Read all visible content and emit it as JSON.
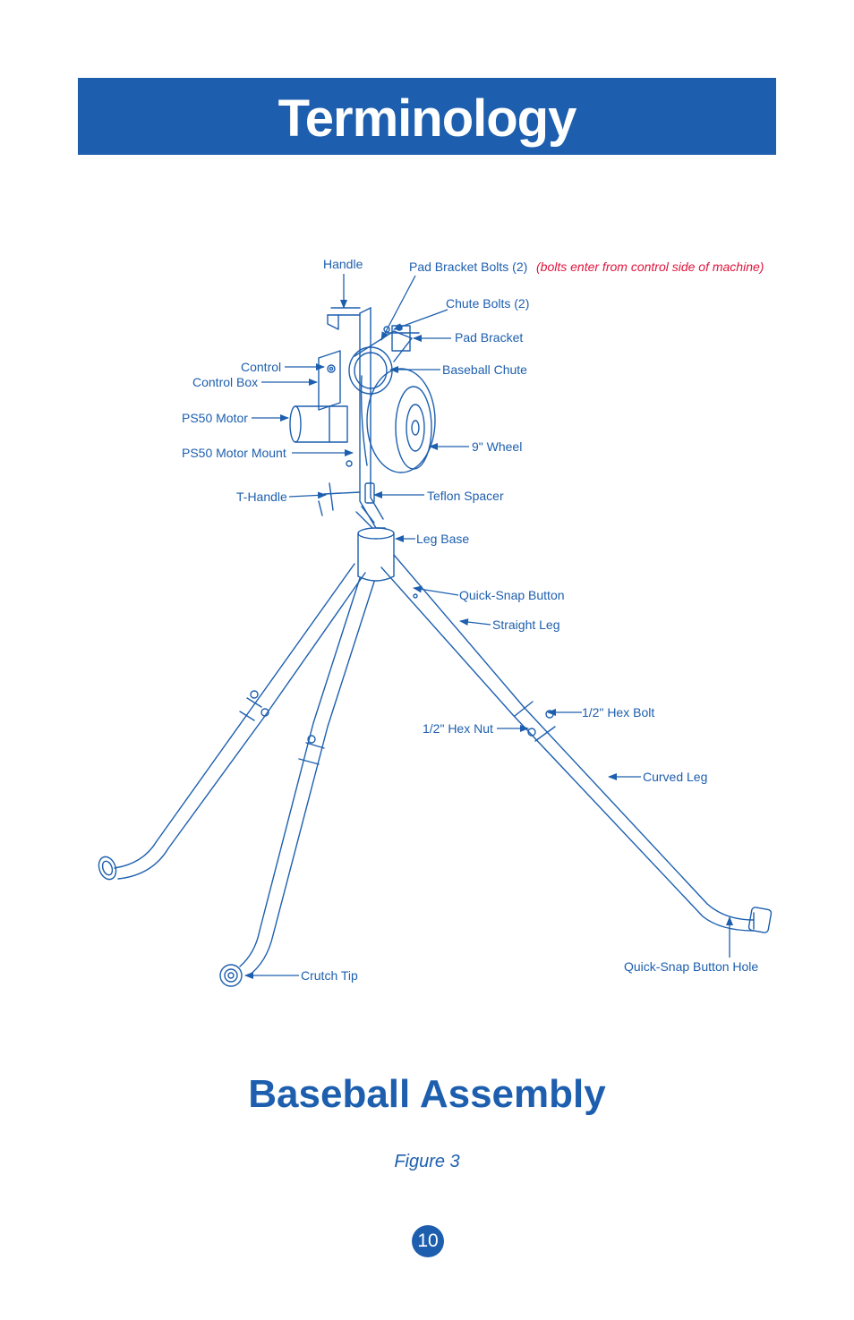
{
  "header": {
    "title": "Terminology"
  },
  "labels": {
    "handle": "Handle",
    "pad_bracket_bolts": "Pad Bracket Bolts (2)",
    "pad_bracket_bolts_note": "(bolts enter from control side of machine)",
    "chute_bolts": "Chute Bolts (2)",
    "pad_bracket": "Pad Bracket",
    "control": "Control",
    "control_box": "Control Box",
    "baseball_chute": "Baseball Chute",
    "ps50_motor": "PS50 Motor",
    "wheel": "9\" Wheel",
    "ps50_motor_mount": "PS50 Motor Mount",
    "t_handle": "T-Handle",
    "teflon_spacer": "Teflon Spacer",
    "leg_base": "Leg Base",
    "quick_snap_button": "Quick-Snap Button",
    "straight_leg": "Straight Leg",
    "hex_bolt": "1/2\" Hex Bolt",
    "hex_nut": "1/2\" Hex Nut",
    "curved_leg": "Curved Leg",
    "crutch_tip": "Crutch Tip",
    "quick_snap_button_hole": "Quick-Snap Button Hole"
  },
  "subtitle": "Baseball Assembly",
  "caption": "Figure 3",
  "page_number": "10",
  "colors": {
    "brand_blue": "#1d5fae",
    "note_red": "#e0143c"
  }
}
